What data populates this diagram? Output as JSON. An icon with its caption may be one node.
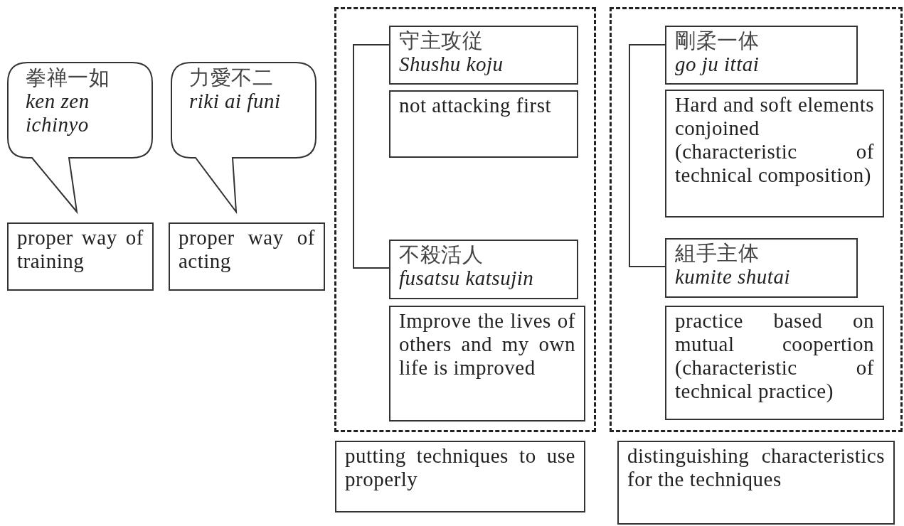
{
  "diagram": {
    "nodes": [
      {
        "text": [
          "拳禅一如",
          "ken zen ichinyo"
        ]
      },
      {
        "text": [
          "proper way of training"
        ]
      },
      {
        "text": [
          "力愛不二",
          "riki ai funi"
        ]
      },
      {
        "text": [
          "proper way of acting"
        ]
      },
      {
        "text": [],
        "shape": "box"
      },
      {
        "text": [
          "守主攻従",
          "Shushu koju"
        ],
        "in": 4
      },
      {
        "text": [
          "not attacking first"
        ],
        "in": 4
      },
      {
        "text": [
          "不殺活人",
          "fusatsu katsujin"
        ],
        "in": 4
      },
      {
        "text": [
          "Improve the lives of others and my own life is improved"
        ],
        "in": 4
      },
      {
        "text": [
          "putting techniques to use properly"
        ]
      },
      {
        "text": [],
        "shape": "box"
      },
      {
        "text": [
          "剛柔一体",
          "go ju ittai"
        ],
        "in": 10
      },
      {
        "text": [
          "Hard and soft elements conjoined (characteristic of technical composition)"
        ],
        "in": 10
      },
      {
        "text": [
          "組手主体",
          "kumite shutai"
        ],
        "in": 10
      },
      {
        "text": [
          "practice based on mutual coopertion (characteristic of technical practice)"
        ],
        "in": 10
      },
      {
        "text": [
          "distinguishing characteristics for the techniques"
        ]
      }
    ],
    "edges": [
      {
        "from": 5,
        "to": 7,
        "arrow": "none"
      },
      {
        "from": 11,
        "to": 13,
        "arrow": "none"
      }
    ]
  }
}
